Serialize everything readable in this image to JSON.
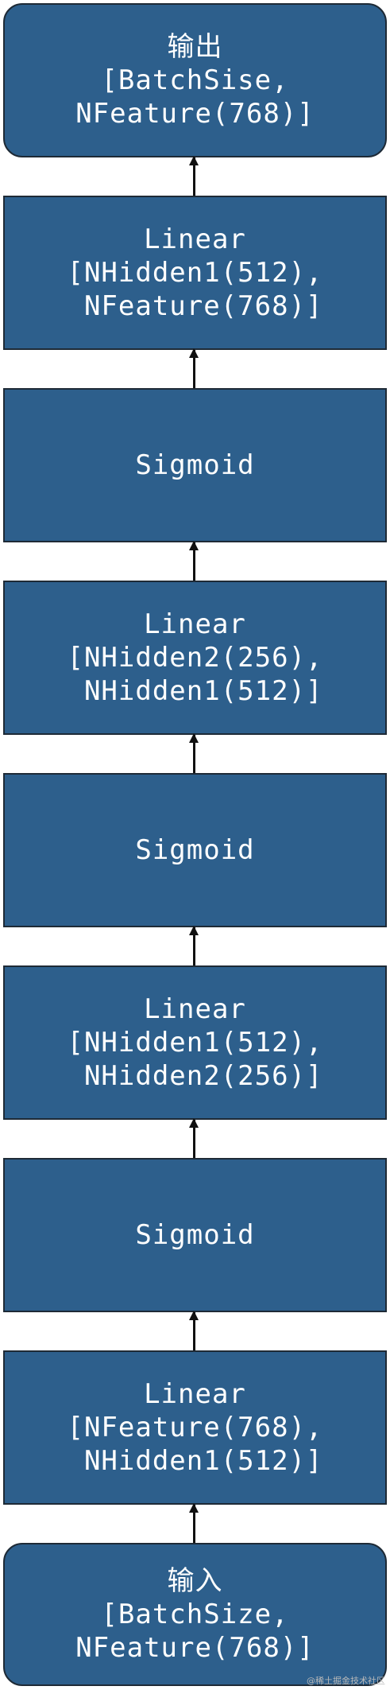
{
  "nodes": [
    {
      "id": "output",
      "lines": [
        "输出",
        "[BatchSise,",
        "NFeature(768)]"
      ]
    },
    {
      "id": "linear-4",
      "lines": [
        "Linear",
        "[NHidden1(512),",
        " NFeature(768)]"
      ]
    },
    {
      "id": "sigmoid-3",
      "lines": [
        "Sigmoid"
      ]
    },
    {
      "id": "linear-3",
      "lines": [
        "Linear",
        "[NHidden2(256),",
        " NHidden1(512)]"
      ]
    },
    {
      "id": "sigmoid-2",
      "lines": [
        "Sigmoid"
      ]
    },
    {
      "id": "linear-2",
      "lines": [
        "Linear",
        "[NHidden1(512),",
        " NHidden2(256)]"
      ]
    },
    {
      "id": "sigmoid-1",
      "lines": [
        "Sigmoid"
      ]
    },
    {
      "id": "linear-1",
      "lines": [
        "Linear",
        "[NFeature(768),",
        " NHidden1(512)]"
      ]
    },
    {
      "id": "input",
      "lines": [
        "输入",
        "[BatchSize,",
        "NFeature(768)]"
      ]
    }
  ],
  "colors": {
    "node_fill": "#2d5f8c",
    "node_border": "#1e2a36",
    "text": "#ffffff",
    "arrow": "#111111"
  },
  "watermark": "@稀土掘金技术社区"
}
